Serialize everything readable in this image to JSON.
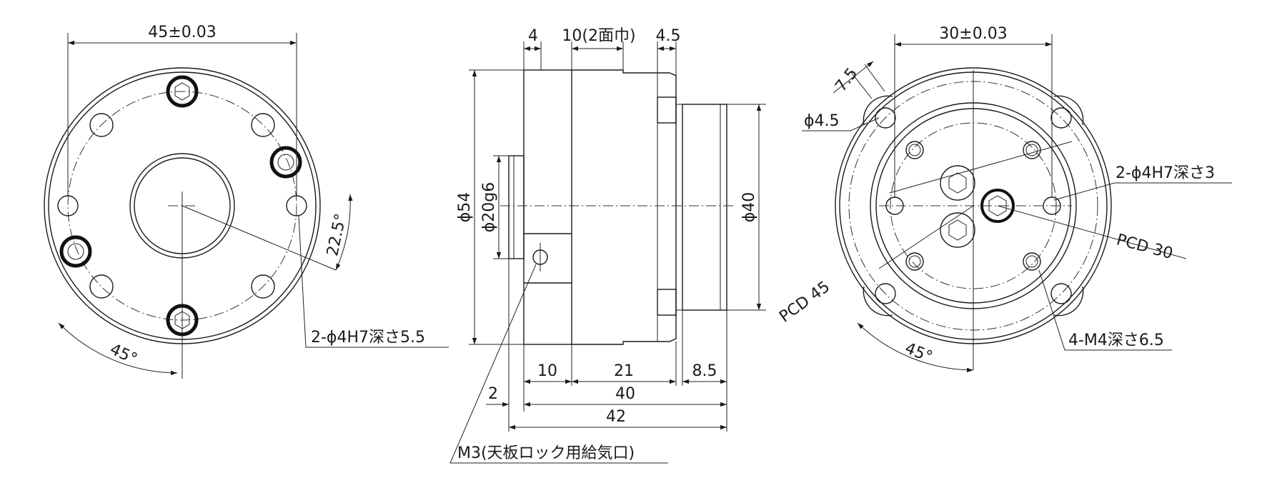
{
  "left_view": {
    "width_dim": "45±0.03",
    "angle_45": "45°",
    "angle_225": "22.5°",
    "pin_note": "2-ϕ4H7深さ5.5"
  },
  "side_view": {
    "dim_4": "4",
    "dim_10_flats": "10(2面巾)",
    "dim_45": "4.5",
    "dia_54": "ϕ54",
    "dia_20": "ϕ20g6",
    "dia_40": "ϕ40",
    "dim_10": "10",
    "dim_21": "21",
    "dim_85": "8.5",
    "dim_2": "2",
    "dim_40": "40",
    "dim_42": "42",
    "port_note": "M3(天板ロック用給気口)"
  },
  "right_view": {
    "width_dim": "30±0.03",
    "dim_75": "7.5",
    "hole_dia": "ϕ4.5",
    "pin_note": "2-ϕ4H7深さ3",
    "pcd_30": "PCD 30",
    "pcd_45": "PCD 45",
    "angle_45": "45°",
    "tap_note": "4-M4深さ6.5"
  }
}
